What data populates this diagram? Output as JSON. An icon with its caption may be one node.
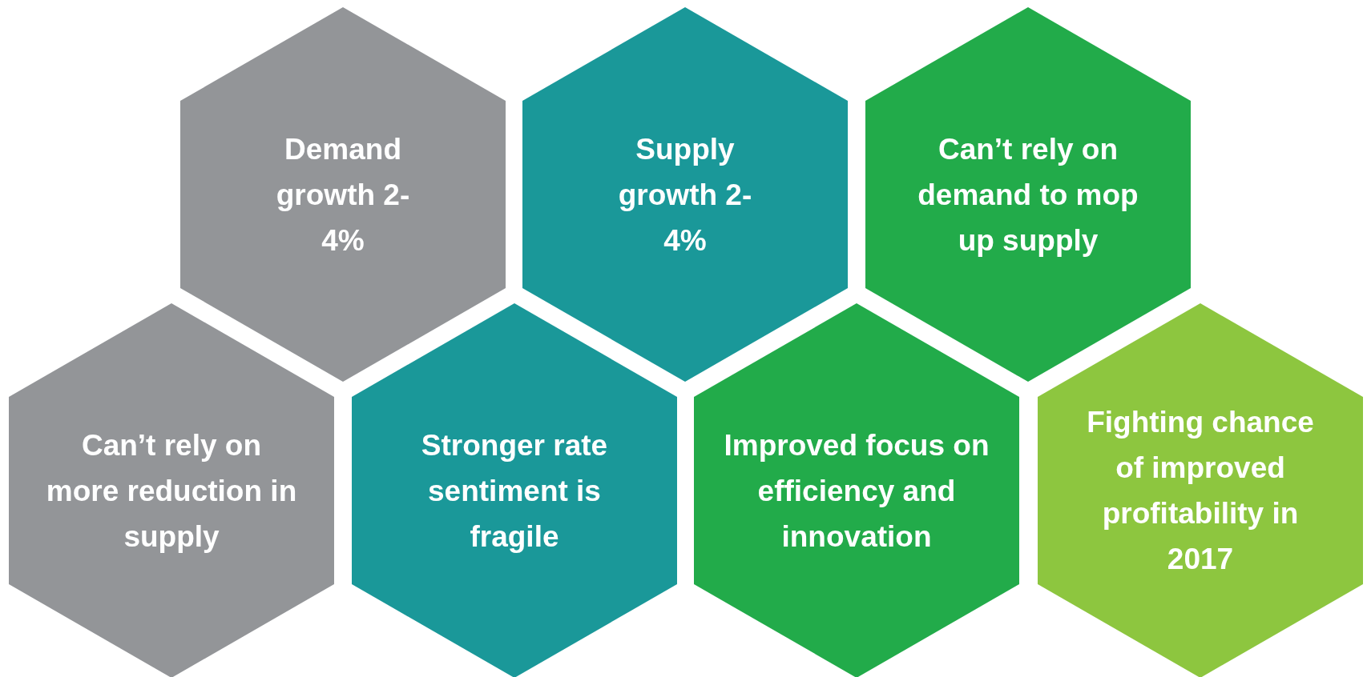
{
  "diagram": {
    "nodes": [
      {
        "text": [
          "Demand growth 2-4%"
        ]
      },
      {
        "text": [
          "Supply growth 2-4%"
        ]
      },
      {
        "text": [
          "Can’t rely on demand to mop up supply"
        ]
      },
      {
        "text": [
          "Can’t rely on more reduction in supply"
        ]
      },
      {
        "text": [
          "Stronger rate sentiment is fragile"
        ]
      },
      {
        "text": [
          "Improved focus on efficiency and innovation"
        ]
      },
      {
        "text": [
          "Fighting chance of improved profitability in 2017"
        ]
      }
    ]
  }
}
